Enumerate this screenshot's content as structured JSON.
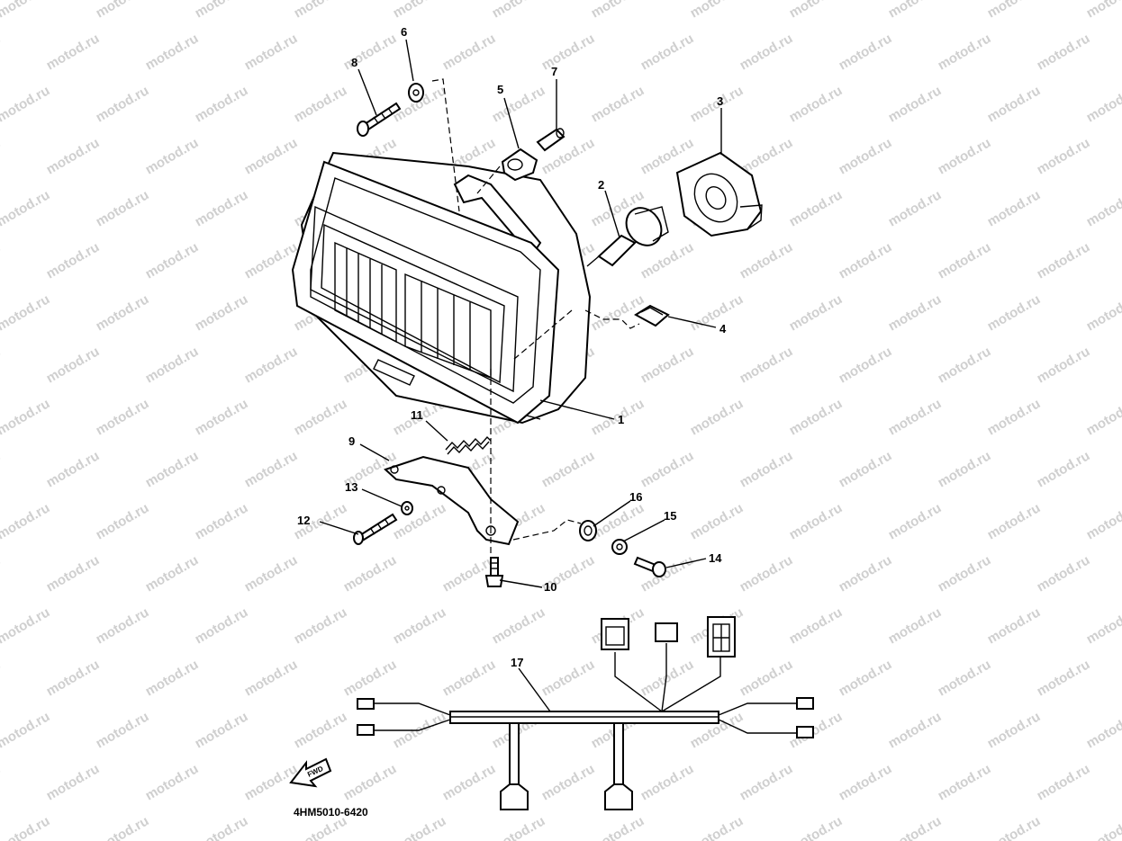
{
  "watermark": "motod.ru",
  "code": "4HM5010-6420",
  "fwd_label": "FWD",
  "callouts": [
    "1",
    "2",
    "3",
    "4",
    "5",
    "6",
    "7",
    "8",
    "9",
    "10",
    "11",
    "12",
    "13",
    "14",
    "15",
    "16",
    "17"
  ]
}
